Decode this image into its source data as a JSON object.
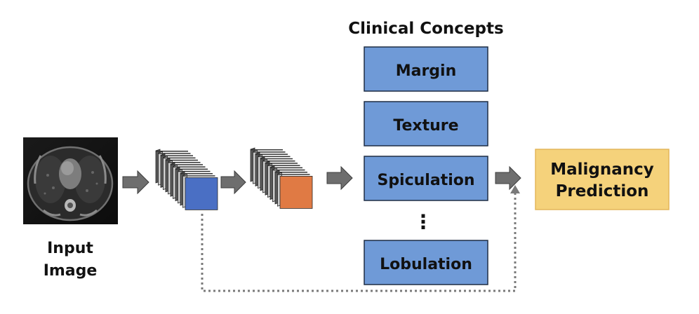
{
  "title": "Clinical Concepts",
  "input_label": {
    "line1": "Input",
    "line2": "Image"
  },
  "concepts": {
    "margin": "Margin",
    "texture": "Texture",
    "spiculation": "Spiculation",
    "ellipsis": "⋮",
    "lobulation": "Lobulation"
  },
  "output": {
    "line1": "Malignancy",
    "line2": "Prediction"
  },
  "colors": {
    "concept_fill": "#6f9ad7",
    "concept_stroke": "#1f2d44",
    "output_fill": "#f5d27b",
    "output_stroke": "#e3b65a",
    "feature_map_1": "#4a6fc4",
    "feature_map_2": "#e07a44",
    "arrow": "#6e6e6e",
    "skip_connection": "#7a7a7a"
  }
}
